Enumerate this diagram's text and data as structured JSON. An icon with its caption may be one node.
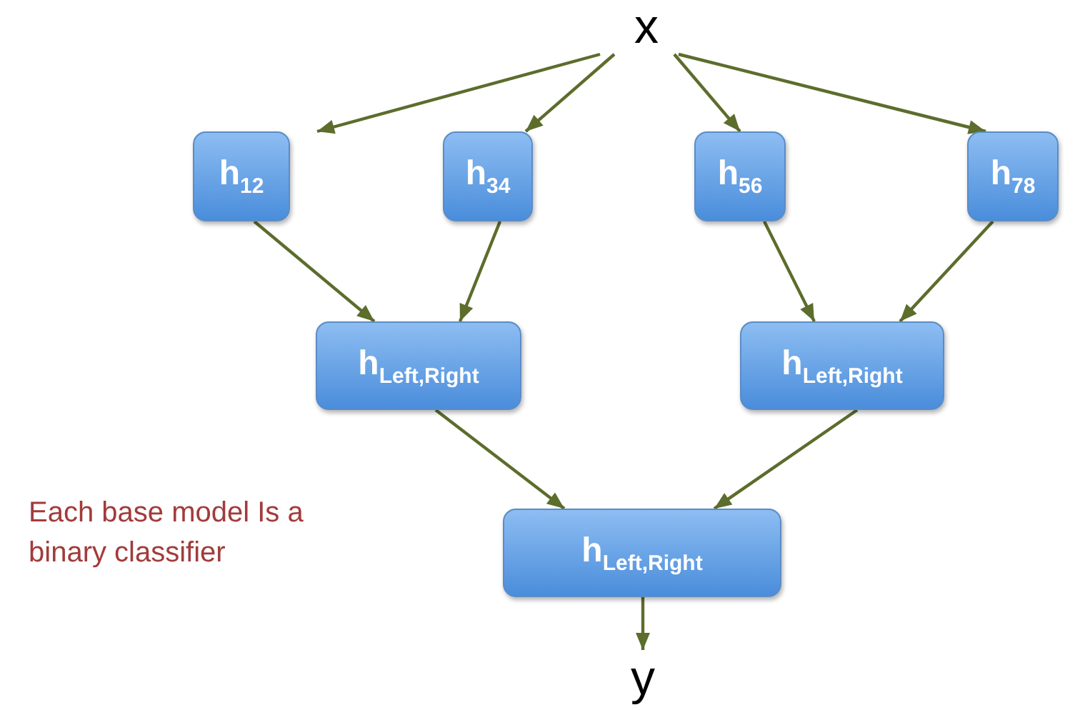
{
  "diagram": {
    "nodes": [
      {
        "text": [
          "x"
        ]
      },
      {
        "text": [
          "h$_{12}$"
        ]
      },
      {
        "text": [
          "h$_{34}$"
        ]
      },
      {
        "text": [
          "h$_{56}$"
        ]
      },
      {
        "text": [
          "h$_{78}$"
        ]
      },
      {
        "text": [
          "h$_{Left,Right}$"
        ]
      },
      {
        "text": [
          "h$_{Left,Right}$"
        ]
      },
      {
        "text": [
          "h$_{Left,Right}$"
        ]
      },
      {
        "text": [
          "y"
        ]
      }
    ],
    "edges": [
      {
        "from": 0,
        "to": 1,
        "arrow": "to"
      },
      {
        "from": 0,
        "to": 2,
        "arrow": "to"
      },
      {
        "from": 0,
        "to": 3,
        "arrow": "to"
      },
      {
        "from": 0,
        "to": 4,
        "arrow": "to"
      },
      {
        "from": 1,
        "to": 5,
        "arrow": "to"
      },
      {
        "from": 2,
        "to": 5,
        "arrow": "to"
      },
      {
        "from": 3,
        "to": 6,
        "arrow": "to"
      },
      {
        "from": 4,
        "to": 6,
        "arrow": "to"
      },
      {
        "from": 5,
        "to": 7,
        "arrow": "to"
      },
      {
        "from": 6,
        "to": 7,
        "arrow": "to"
      },
      {
        "from": 7,
        "to": 8,
        "arrow": "to"
      }
    ],
    "labels": [
      "Each base model Is a binary classifier"
    ]
  }
}
